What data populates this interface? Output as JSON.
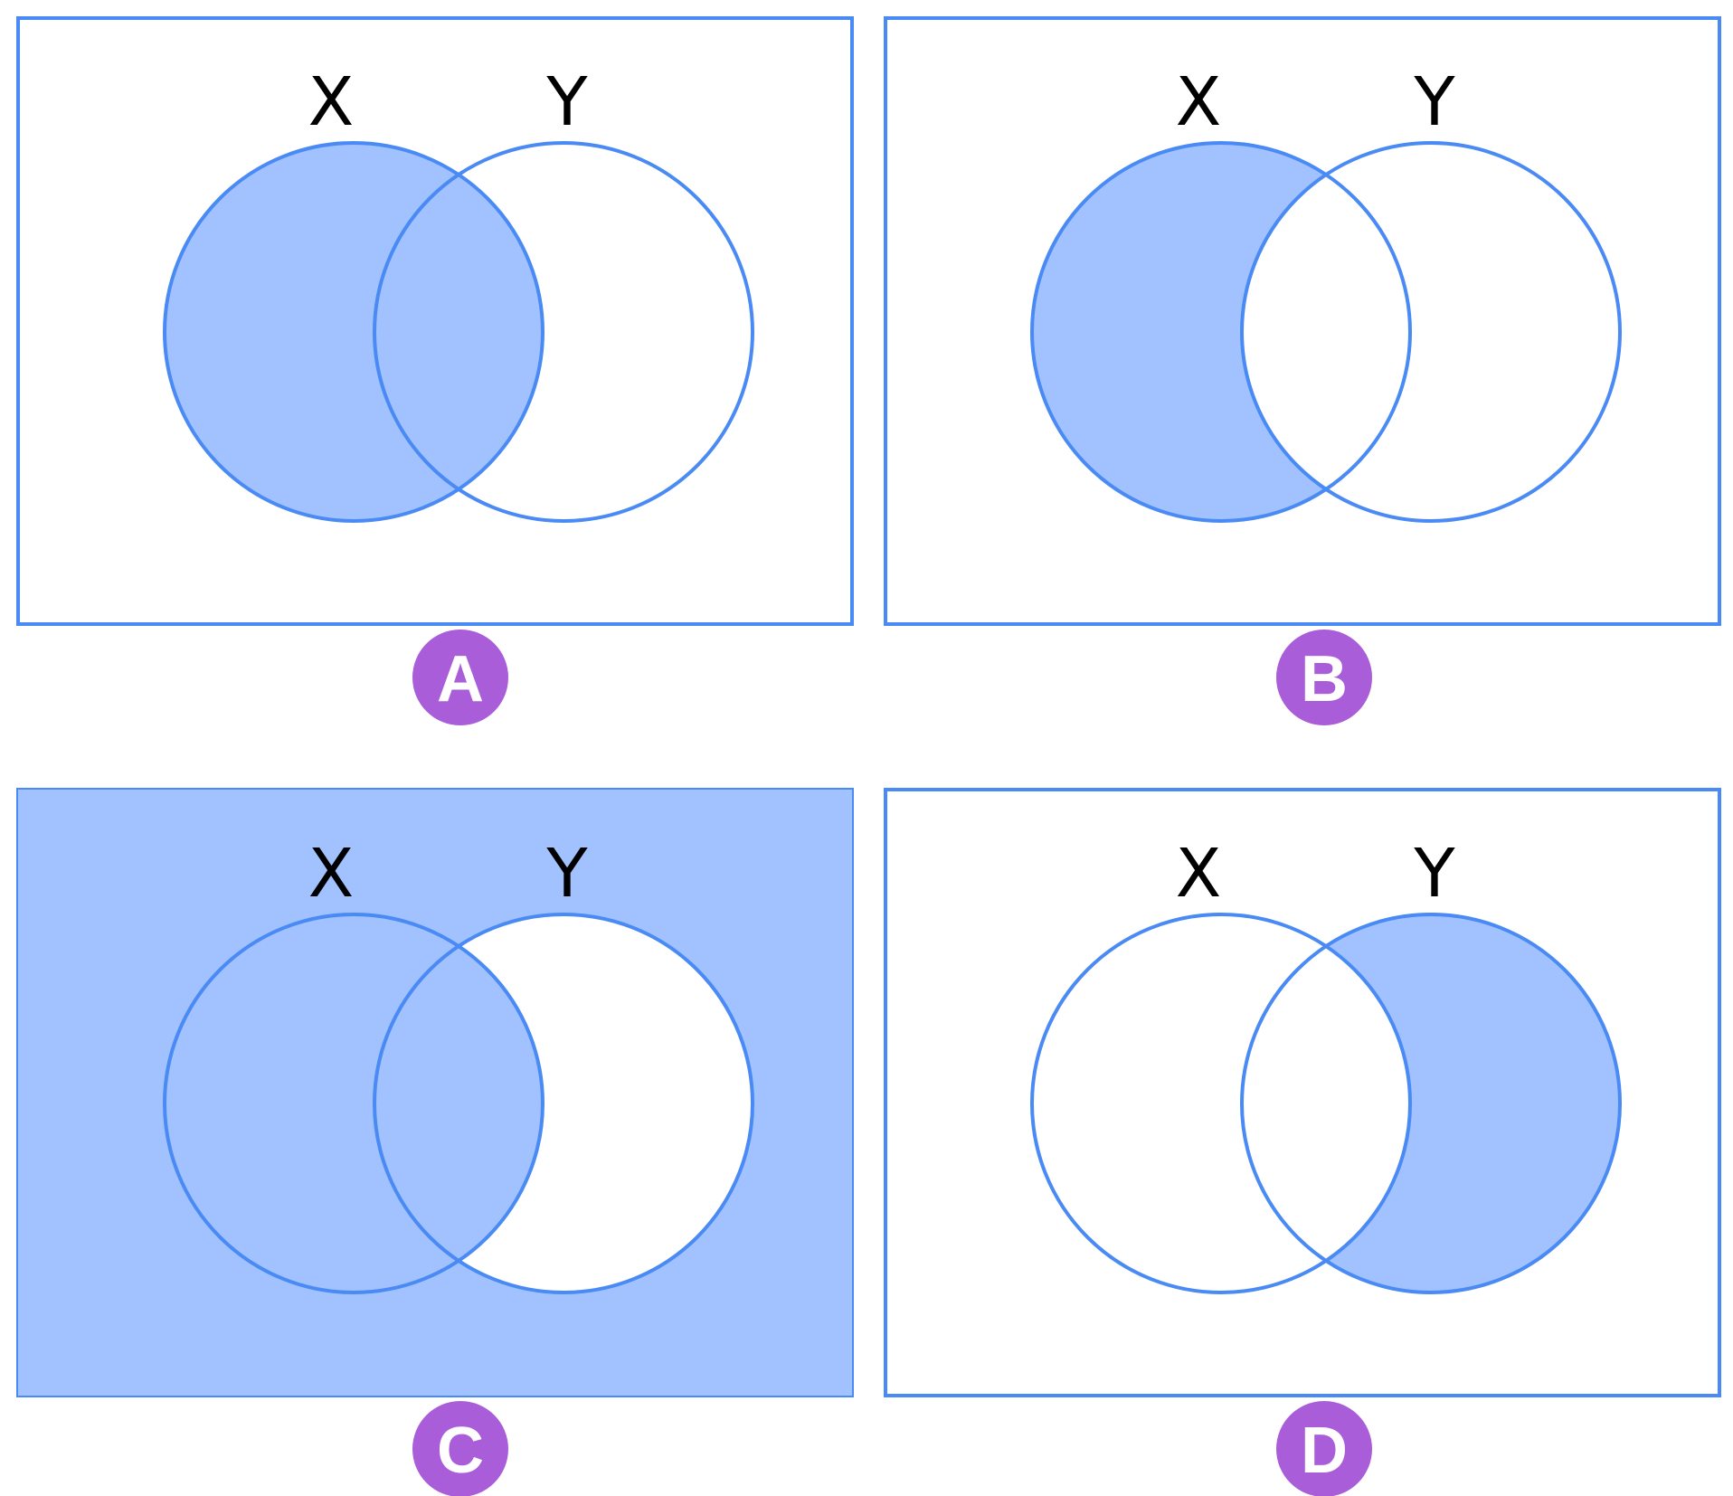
{
  "colors": {
    "stroke": "#4a8af4",
    "shade": "#a1c2fe",
    "background": "#ffffff",
    "badge": "#a95dd9",
    "badge_text": "#ffffff",
    "label_text": "#000000"
  },
  "panels": [
    {
      "option": "A",
      "label_x": "X",
      "label_y": "Y",
      "shaded_regions": [
        "X only",
        "X and Y"
      ]
    },
    {
      "option": "B",
      "label_x": "X",
      "label_y": "Y",
      "shaded_regions": [
        "X only"
      ]
    },
    {
      "option": "C",
      "label_x": "X",
      "label_y": "Y",
      "shaded_regions": [
        "outside",
        "X only",
        "X and Y"
      ]
    },
    {
      "option": "D",
      "label_x": "X",
      "label_y": "Y",
      "shaded_regions": [
        "Y only"
      ]
    }
  ]
}
